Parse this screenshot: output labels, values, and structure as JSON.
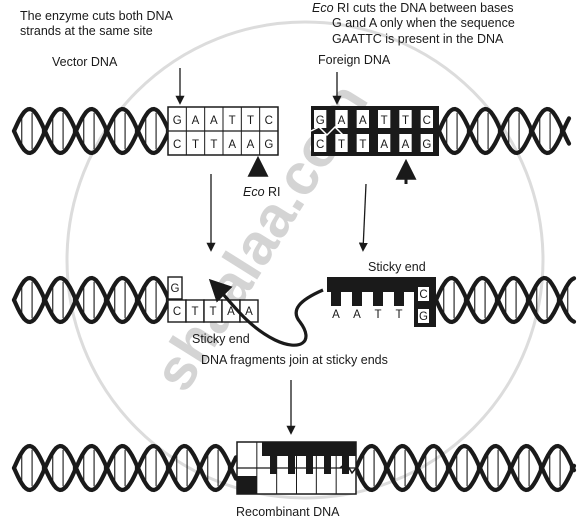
{
  "labels": {
    "enzyme_cuts_line1": "The enzyme cuts both DNA",
    "enzyme_cuts_line2": "strands at the same site",
    "ecori_line1_italic": "Eco",
    "ecori_line1_rest": " RI cuts the DNA between bases",
    "ecori_line2": "G and A only when the sequence",
    "ecori_line3": "GAATTC is present in the DNA",
    "vector_dna": "Vector DNA",
    "foreign_dna": "Foreign DNA",
    "eco_ri_italic": "Eco",
    "eco_ri_rest": " RI",
    "sticky_end_left": "Sticky end",
    "sticky_end_right": "Sticky end",
    "fragments_join": "DNA fragments join at sticky ends",
    "recombinant_dna": "Recombinant DNA"
  },
  "sequence": {
    "top": [
      "G",
      "A",
      "A",
      "T",
      "T",
      "C"
    ],
    "bottom": [
      "C",
      "T",
      "T",
      "A",
      "A",
      "G"
    ]
  },
  "sticky_left": {
    "overhang": "G",
    "strand": [
      "C",
      "T",
      "T",
      "A",
      "A"
    ]
  },
  "sticky_right": {
    "strand": [
      "A",
      "A",
      "T",
      "T"
    ],
    "right_top": "C",
    "right_bottom": "G"
  },
  "watermark": "shaalaa.com"
}
